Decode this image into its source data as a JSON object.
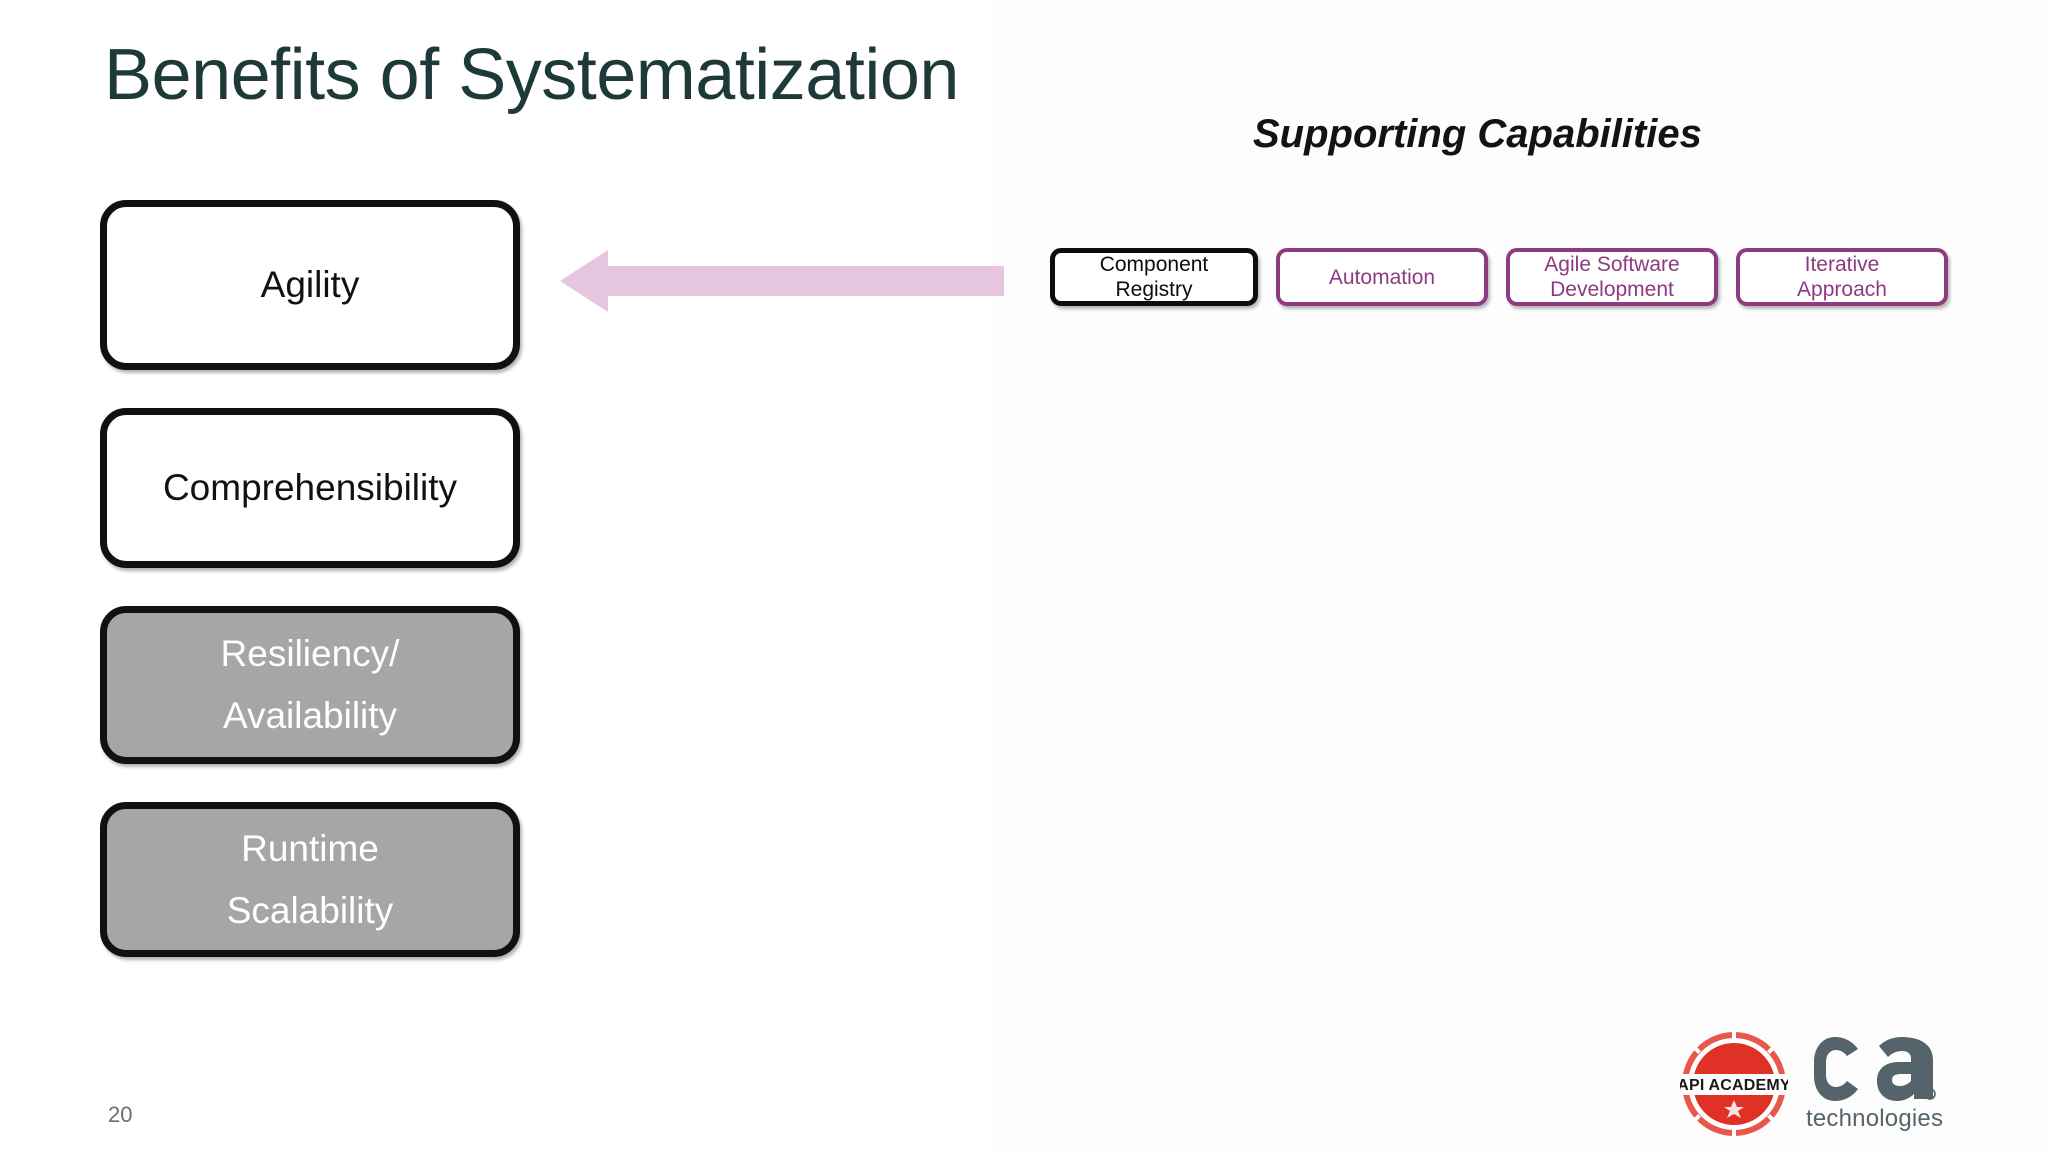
{
  "slide": {
    "title": "Benefits of Systematization",
    "page_number": "20",
    "title_color": "#1e3a38",
    "background_color": "#ffffff"
  },
  "benefits": {
    "items": [
      {
        "label": "Agility",
        "style": "light",
        "fill": "#ffffff",
        "text_color": "#111111"
      },
      {
        "label": "Comprehensibility",
        "style": "light",
        "fill": "#ffffff",
        "text_color": "#111111"
      },
      {
        "label": "Resiliency/\nAvailability",
        "line1": "Resiliency/",
        "line2": "Availability",
        "style": "shaded",
        "fill": "#a6a6a6",
        "text_color": "#ffffff"
      },
      {
        "label": "Runtime\nScalability",
        "line1": "Runtime",
        "line2": "Scalability",
        "style": "shaded",
        "fill": "#a6a6a6",
        "text_color": "#ffffff"
      }
    ]
  },
  "arrow": {
    "name": "left-pointing-arrow",
    "direction": "left",
    "color": "#e6c6de"
  },
  "capabilities": {
    "heading": "Supporting Capabilities",
    "accent_color": "#8e3a80",
    "items": [
      {
        "label": "Component Registry",
        "line1": "Component",
        "line2": "Registry",
        "style": "dark",
        "border_color": "#0d0d0d",
        "text_color": "#0d0d0d"
      },
      {
        "label": "Automation",
        "line1": "Automation",
        "line2": "",
        "style": "plum",
        "border_color": "#8e3a80",
        "text_color": "#8e3a80"
      },
      {
        "label": "Agile Software Development",
        "line1": "Agile Software",
        "line2": "Development",
        "style": "plum",
        "border_color": "#8e3a80",
        "text_color": "#8e3a80"
      },
      {
        "label": "Iterative Approach",
        "line1": "Iterative",
        "line2": "Approach",
        "style": "plum",
        "border_color": "#8e3a80",
        "text_color": "#8e3a80"
      }
    ]
  },
  "footer": {
    "logos": [
      {
        "name": "api-academy-logo",
        "text": "API ACADEMY",
        "color": "#e03127"
      },
      {
        "name": "ca-technologies-logo",
        "mark": "ca",
        "text": "technologies",
        "color": "#55636b"
      }
    ]
  }
}
